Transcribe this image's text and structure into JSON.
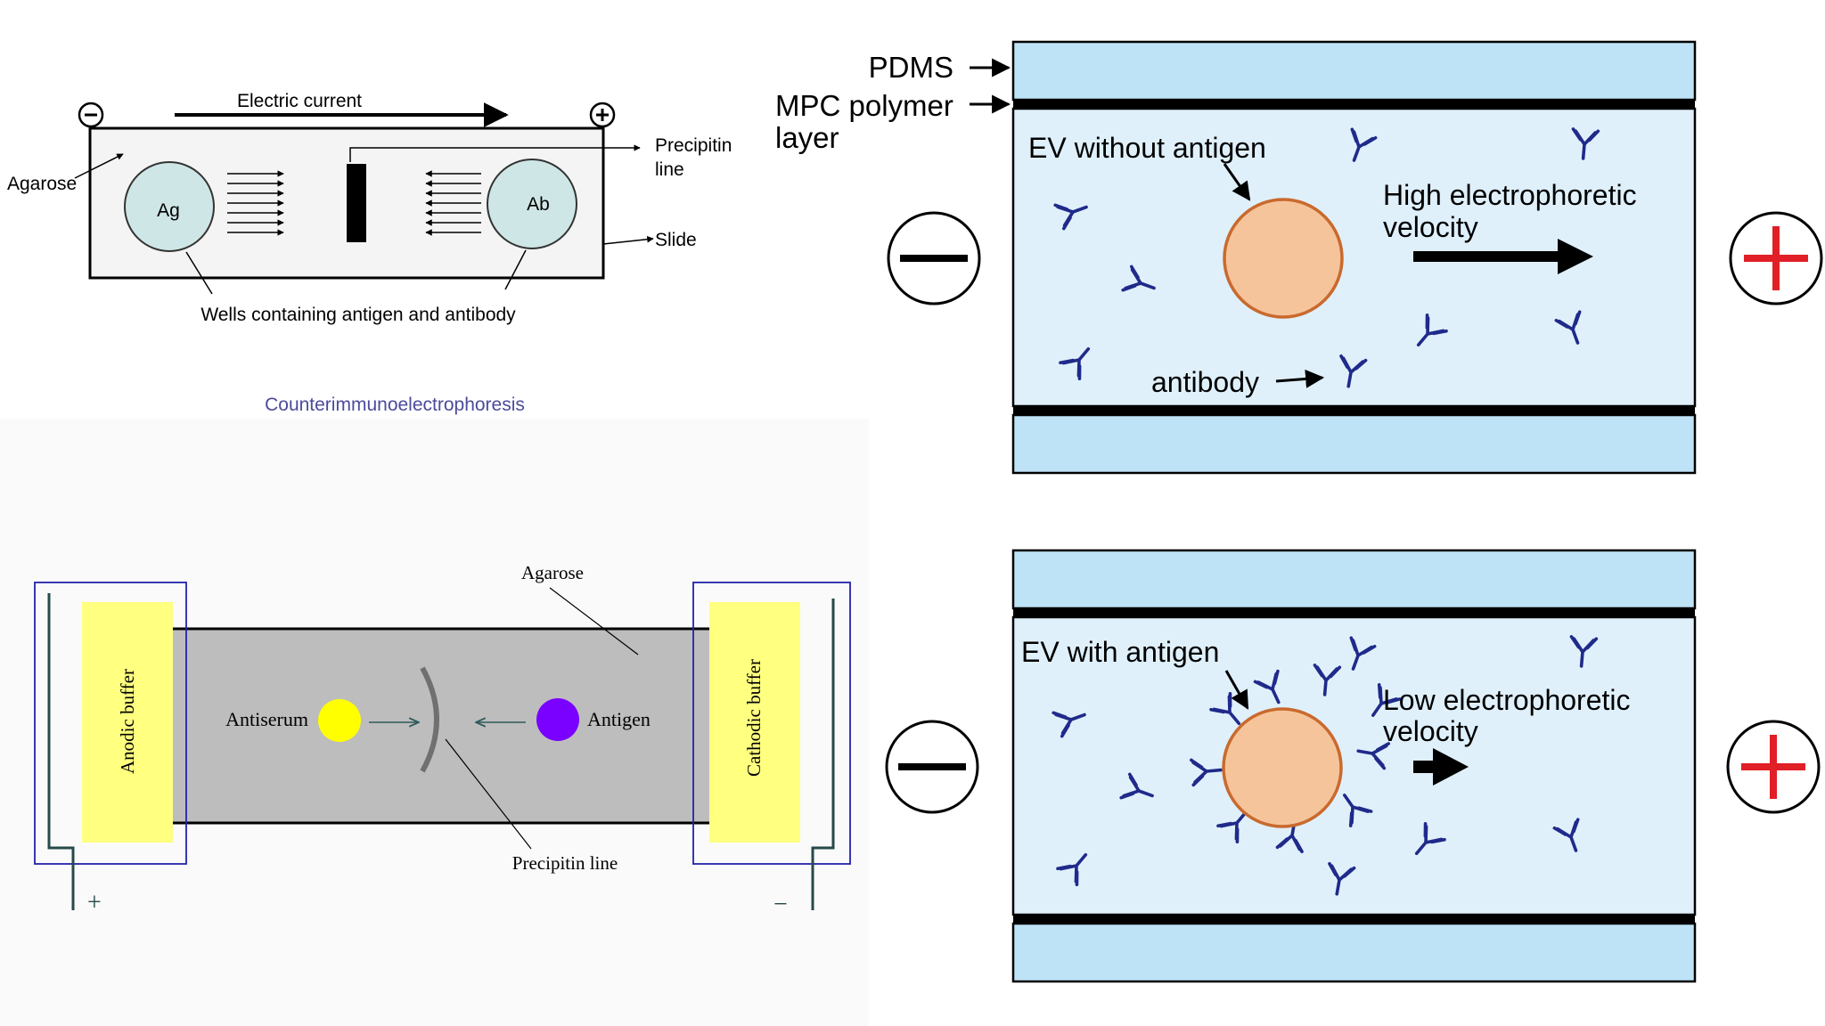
{
  "panel_a": {
    "electric_current": "Electric current",
    "agarose": "Agarose",
    "ag": "Ag",
    "ab": "Ab",
    "precipitin_line_1": "Precipitin",
    "precipitin_line_2": "line",
    "slide": "Slide",
    "wells": "Wells containing antigen and antibody",
    "caption": "Counterimmunoelectrophoresis"
  },
  "panel_b": {
    "pdms": "PDMS",
    "mpc_1": "MPC polymer",
    "mpc_2": "layer",
    "ev_without": "EV without antigen",
    "high_1": "High electrophoretic",
    "high_2": "velocity",
    "antibody": "antibody"
  },
  "panel_c": {
    "agarose": "Agarose",
    "anodic": "Anodic buffer",
    "cathodic": "Cathodic buffer",
    "antiserum": "Antiserum",
    "antigen": "Antigen",
    "precipitin": "Precipitin line",
    "plus": "+",
    "minus": "−"
  },
  "panel_d": {
    "ev_with": "EV with antigen",
    "low_1": "Low electrophoretic",
    "low_2": "velocity"
  },
  "colors": {
    "well_fill": "#cfe6e6",
    "channel_fill": "#dff0fb",
    "pdms_fill": "#bfe3f6",
    "ev_fill": "#f6c49a",
    "ev_stroke": "#c96a2e",
    "antibody": "#1f2a8a",
    "plus_red": "#e01f26",
    "agarose_gray": "#bdbdbd",
    "buffer_yellow": "#ffff80",
    "antiserum_yellow": "#ffff00",
    "antigen_purple": "#7a00ff",
    "caption_blue": "#4b4b9c"
  }
}
